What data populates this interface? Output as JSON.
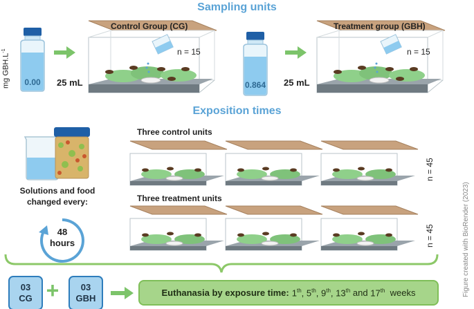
{
  "titles": {
    "sampling": "Sampling units",
    "exposition": "Exposition times"
  },
  "sampling": {
    "y_axis_label": "mg GBH.L",
    "y_axis_sup": "-1",
    "control": {
      "bottle_value": "0.00",
      "volume": "25 mL",
      "lid_label": "Control Group (CG)",
      "n_label": "n = 15"
    },
    "treatment": {
      "bottle_value": "0.864",
      "volume": "25 mL",
      "lid_label": "Treatment group (GBH)",
      "n_label": "n = 15"
    }
  },
  "exposition": {
    "food_caption_line1": "Solutions and food",
    "food_caption_line2": "changed every:",
    "cycle_value": "48",
    "cycle_unit": "hours",
    "control_row_label": "Three control units",
    "treatment_row_label": "Three treatment units",
    "control_n": "n = 45",
    "treatment_n": "n = 45"
  },
  "bottom": {
    "cg_badge_count": "03",
    "cg_badge_label": "CG",
    "plus": "+",
    "gbh_badge_count": "03",
    "gbh_badge_label": "GBH",
    "euthanasia_label": "Euthanasia by exposure time:",
    "weeks": [
      {
        "num": "1",
        "sup": "th"
      },
      {
        "num": "5",
        "sup": "th"
      },
      {
        "num": "9",
        "sup": "th"
      },
      {
        "num": "13",
        "sup": "th"
      },
      {
        "num": "17",
        "sup": "th"
      }
    ],
    "and_word": "and",
    "weeks_word": "weeks"
  },
  "credit": "Figure created with BioRender (2023)",
  "colors": {
    "title_blue": "#5aa3d6",
    "arrow_green": "#7cc46a",
    "lid_brown": "#c8a27e",
    "liquid_blue": "#8ecbef",
    "leaf_green": "#8fd08a",
    "badge_blue": "#a9d4ef",
    "euth_green": "#a6d58a"
  }
}
